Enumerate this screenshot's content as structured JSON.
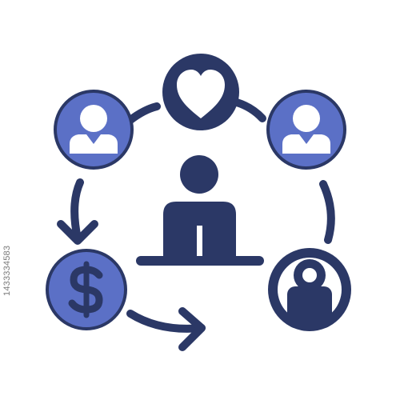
{
  "icon": {
    "palette": {
      "navy": "#2b3866",
      "blue": "#5b70c6",
      "white": "#ffffff"
    },
    "nodes": [
      {
        "name": "heart-node",
        "icon": "heart-icon"
      },
      {
        "name": "person-node-top-left",
        "icon": "user-icon"
      },
      {
        "name": "person-node-top-right",
        "icon": "user-icon"
      },
      {
        "name": "dollar-node",
        "icon": "dollar-icon"
      },
      {
        "name": "person-node-bottom-right",
        "icon": "user-icon"
      },
      {
        "name": "center-person",
        "icon": "person-at-desk-icon"
      }
    ]
  },
  "watermark": {
    "stock_id": "1433334583"
  }
}
